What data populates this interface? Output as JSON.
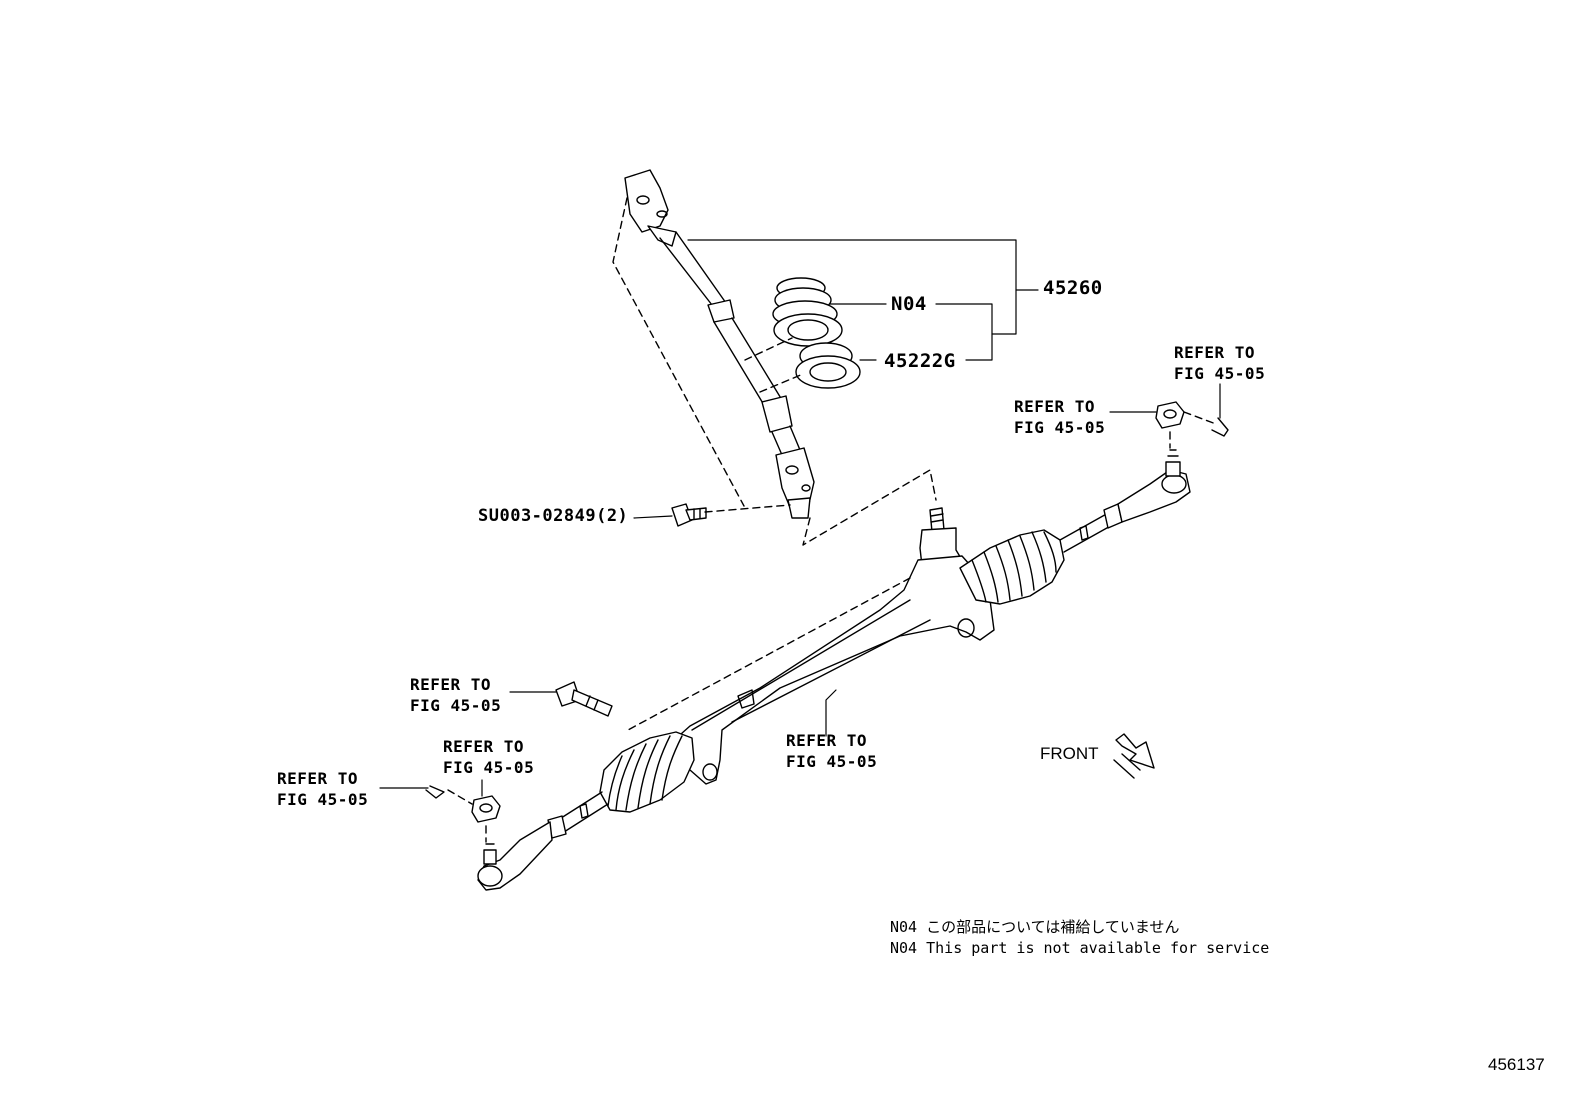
{
  "labels": {
    "assembly": "45260",
    "n04": "N04",
    "part_45222g": "45222G",
    "bolt": "SU003-02849(2)",
    "refer_to": "REFER TO",
    "fig": "FIG 45-05",
    "front": "FRONT",
    "figure_number": "456137"
  },
  "notes": {
    "line1": "N04 この部品については補給していません",
    "line2": "N04 This part is not available for service"
  }
}
